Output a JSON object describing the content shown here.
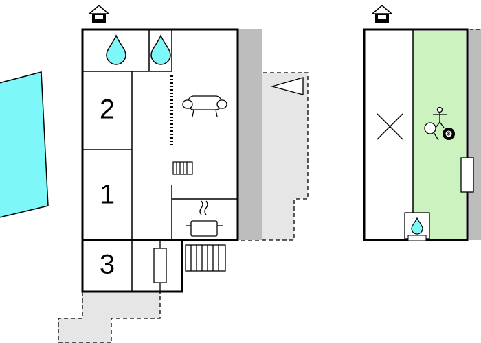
{
  "floors": [
    {
      "name": "ground-floor",
      "rooms": [
        {
          "kind": "bedroom",
          "number": "2"
        },
        {
          "kind": "bedroom",
          "number": "1"
        },
        {
          "kind": "bedroom",
          "number": "3"
        }
      ],
      "icons": [
        "entrance-icon",
        "water-drop-icon",
        "water-drop-icon",
        "sofa-icon",
        "radiator-icon",
        "cooking-pot-icon",
        "fireplace-icon",
        "steps-icon",
        "terrace-icon",
        "pool-icon"
      ]
    },
    {
      "name": "upper-floor",
      "icons": [
        "entrance-icon",
        "cross-mark-icon",
        "table-football-icon",
        "table-tennis-icon",
        "billiard-ball-icon",
        "water-drop-icon",
        "radiator-icon"
      ],
      "billiard_ball_number": "8",
      "colors": {
        "games_area": "#ccf2c0"
      }
    }
  ],
  "colors": {
    "pool": "#7df7f7",
    "water": "#7df7f7",
    "shadow": "#bdbdbd",
    "terrace": "#e6e6e6",
    "wall": "#000000",
    "games_area": "#ccf2c0"
  }
}
